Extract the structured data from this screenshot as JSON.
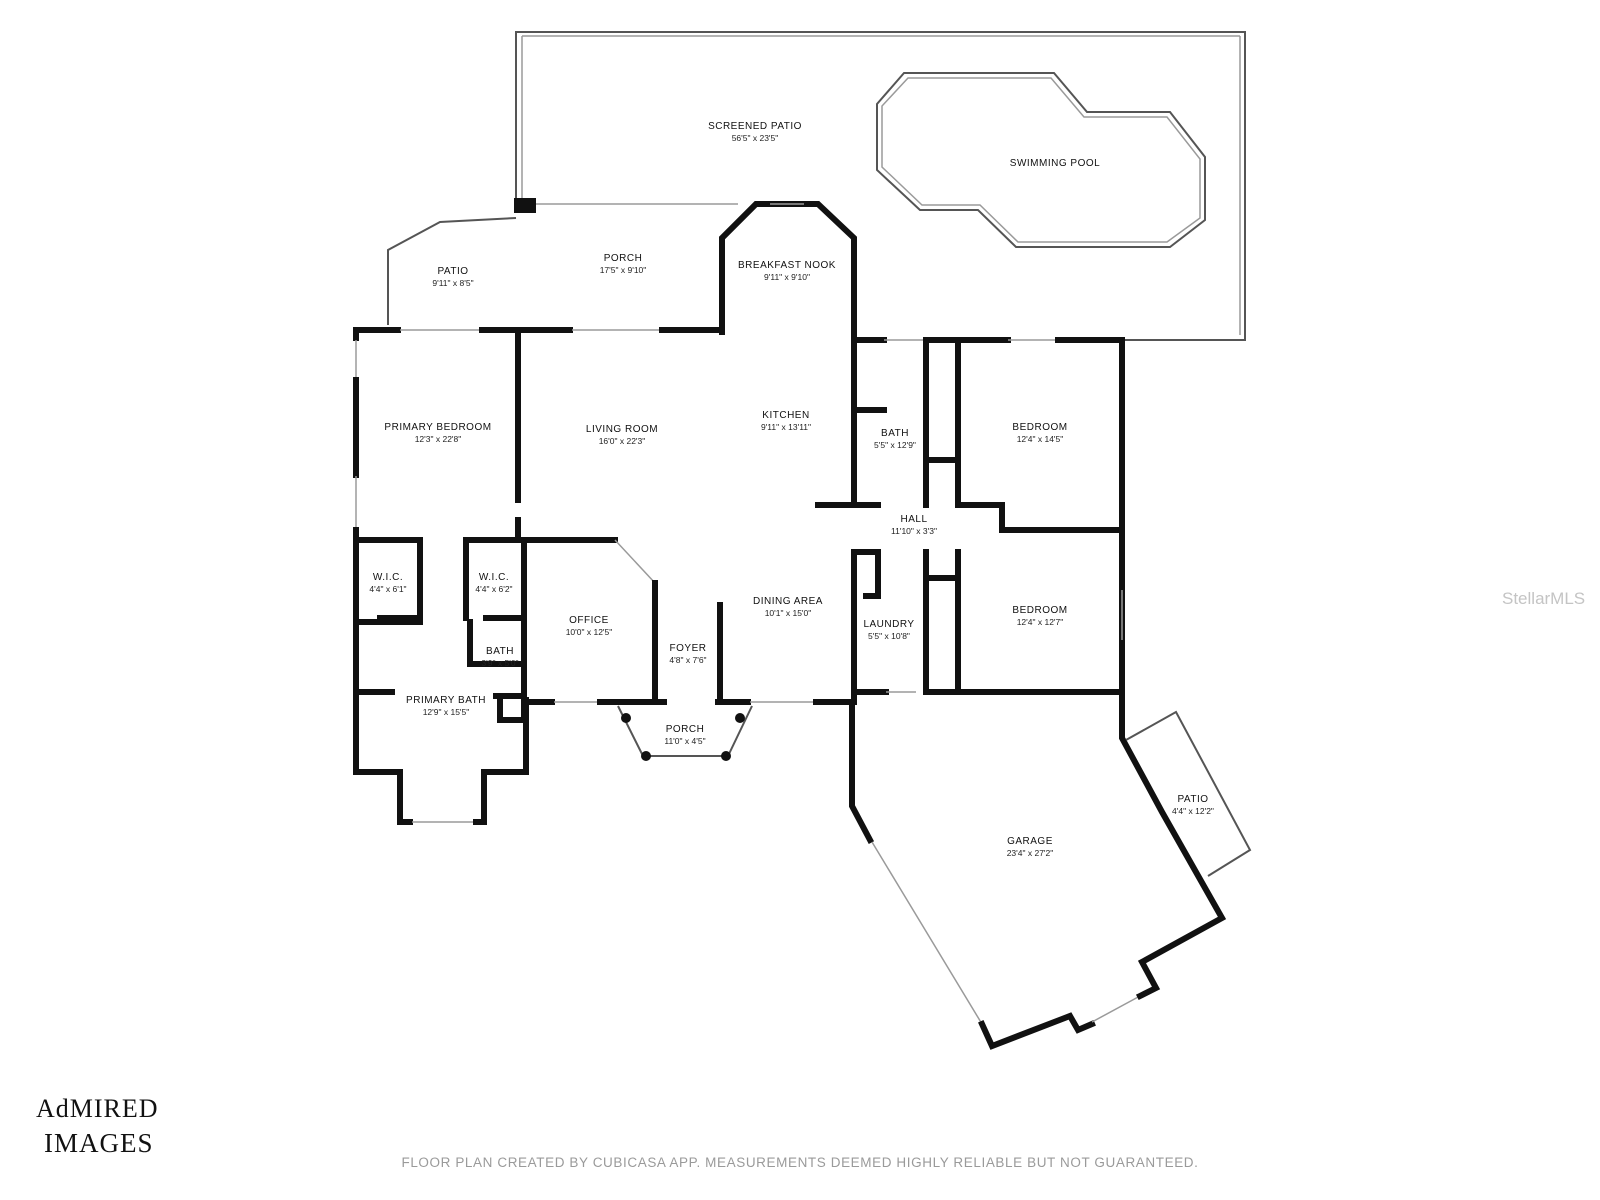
{
  "rooms": {
    "screened_patio": {
      "name": "SCREENED PATIO",
      "dim": "56'5\" x 23'5\""
    },
    "swimming_pool": {
      "name": "SWIMMING POOL"
    },
    "patio_left": {
      "name": "PATIO",
      "dim": "9'11\" x 8'5\""
    },
    "porch_back": {
      "name": "PORCH",
      "dim": "17'5\" x 9'10\""
    },
    "breakfast_nook": {
      "name": "BREAKFAST NOOK",
      "dim": "9'11\" x 9'10\""
    },
    "primary_bedroom": {
      "name": "PRIMARY BEDROOM",
      "dim": "12'3\" x 22'8\""
    },
    "living_room": {
      "name": "LIVING ROOM",
      "dim": "16'0\" x 22'3\""
    },
    "kitchen": {
      "name": "KITCHEN",
      "dim": "9'11\" x 13'11\""
    },
    "bath_mid": {
      "name": "BATH",
      "dim": "5'5\" x 12'9\""
    },
    "bedroom_top": {
      "name": "BEDROOM",
      "dim": "12'4\" x 14'5\""
    },
    "hall": {
      "name": "HALL",
      "dim": "11'10\" x 3'3\""
    },
    "wic_left": {
      "name": "W.I.C.",
      "dim": "4'4\" x 6'1\""
    },
    "wic_right": {
      "name": "W.I.C.",
      "dim": "4'4\" x 6'2\""
    },
    "office": {
      "name": "OFFICE",
      "dim": "10'0\" x 12'5\""
    },
    "foyer": {
      "name": "FOYER",
      "dim": "4'8\" x 7'6\""
    },
    "dining_area": {
      "name": "DINING AREA",
      "dim": "10'1\" x 15'0\""
    },
    "laundry": {
      "name": "LAUNDRY",
      "dim": "5'5\" x 10'8\""
    },
    "bedroom_bottom": {
      "name": "BEDROOM",
      "dim": "12'4\" x 12'7\""
    },
    "bath_small": {
      "name": "BATH",
      "dim": "3'9\" x 5'0\""
    },
    "primary_bath": {
      "name": "PRIMARY BATH",
      "dim": "12'9\" x 15'5\""
    },
    "porch_front": {
      "name": "PORCH",
      "dim": "11'0\" x 4'5\""
    },
    "patio_right": {
      "name": "PATIO",
      "dim": "4'4\" x 12'2\""
    },
    "garage": {
      "name": "GARAGE",
      "dim": "23'4\" x 27'2\""
    }
  },
  "logo": {
    "line1": "AdMIRED",
    "line2": "IMAGES"
  },
  "footer": "FLOOR PLAN CREATED BY CUBICASA APP. MEASUREMENTS DEEMED HIGHLY RELIABLE BUT NOT GUARANTEED.",
  "watermark": "StellarMLS"
}
